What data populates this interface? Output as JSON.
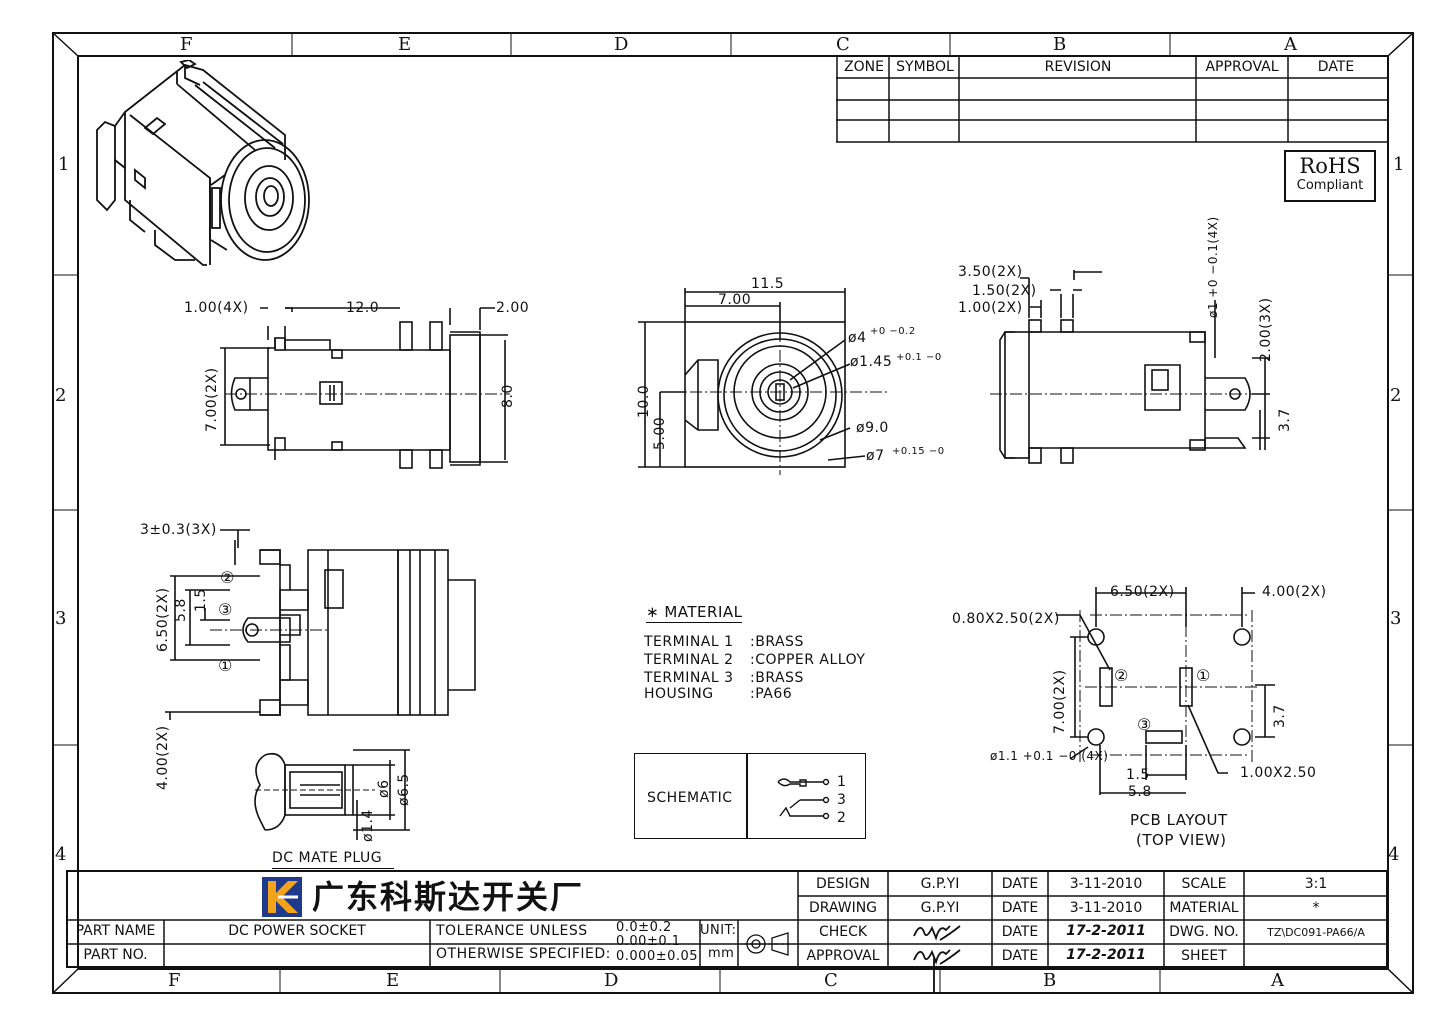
{
  "zones": {
    "top_cols": [
      "F",
      "E",
      "D",
      "C",
      "B",
      "A"
    ],
    "bottom_cols": [
      "F",
      "E",
      "D",
      "C",
      "B",
      "A"
    ],
    "rows_left": [
      "1",
      "2",
      "3",
      "4"
    ],
    "rows_right": [
      "1",
      "2",
      "3",
      "4"
    ]
  },
  "revision_table": {
    "headers": [
      "ZONE",
      "SYMBOL",
      "REVISION",
      "APPROVAL",
      "DATE"
    ]
  },
  "rohs": {
    "line1": "RoHS",
    "line2": "Compliant"
  },
  "side_view": {
    "dim_4x": "1.00(4X)",
    "dim_12": "12.0",
    "dim_2": "2.00",
    "dim_7_2x": "7.00(2X)",
    "dim_8": "8.0"
  },
  "front_view": {
    "dim_11_5": "11.5",
    "dim_7": "7.00",
    "dim_10": "10.0",
    "dim_5": "5.00",
    "dia_4": "ø4",
    "dia_4_tol": "+0 −0.2",
    "dia_145": "ø1.45",
    "dia_145_tol": "+0.1 −0",
    "dia_9": "ø9.0",
    "dia_7": "ø7",
    "dia_7_tol": "+0.15 −0"
  },
  "right_view": {
    "dim_350": "3.50(2X)",
    "dim_150": "1.50(2X)",
    "dim_100": "1.00(2X)",
    "dia_1": "ø1 +0 −0.1(4X)",
    "dim_200": "2.00(3X)",
    "dim_37": "3.7"
  },
  "bottom_view": {
    "dim_3": "3±0.3(3X)",
    "dim_650": "6.50(2X)",
    "dim_58": "5.8",
    "dim_15": "1.5",
    "dim_400": "4.00(2X)",
    "pins": [
      "②",
      "③",
      "①"
    ]
  },
  "mate_plug": {
    "dia_6": "ø6",
    "dia_65": "ø6.5",
    "dia_14": "ø1.4",
    "caption": "DC MATE PLUG"
  },
  "material": {
    "title": "∗ MATERIAL",
    "rows": [
      {
        "name": "TERMINAL 1",
        "value": ":BRASS"
      },
      {
        "name": "TERMINAL 2",
        "value": ":COPPER ALLOY"
      },
      {
        "name": "TERMINAL 3",
        "value": ":BRASS"
      },
      {
        "name": "HOUSING",
        "value": ":PA66"
      }
    ]
  },
  "schematic": {
    "label": "SCHEMATIC",
    "pins": [
      "1",
      "3",
      "2"
    ]
  },
  "pcb": {
    "dim_650": "6.50(2X)",
    "dim_400": "4.00(2X)",
    "dim_080": "0.80X2.50(2X)",
    "dim_700": "7.00(2X)",
    "dim_37": "3.7",
    "dia_11": "ø1.1 +0.1 −0 (4X)",
    "dim_15": "1.5",
    "dim_58": "5.8",
    "dim_100": "1.00X2.50",
    "pins": [
      "②",
      "①",
      "③"
    ],
    "caption1": "PCB LAYOUT",
    "caption2": "(TOP VIEW)"
  },
  "title_block": {
    "company": "广东科斯达开关厂",
    "part_name_label": "PART NAME",
    "part_name": "DC POWER SOCKET",
    "part_no_label": "PART NO.",
    "part_no": "",
    "tol_1": "TOLERANCE UNLESS",
    "tol_2": "OTHERWISE SPECIFIED:",
    "tol_v1": "0.0±0.2",
    "tol_v2": "0.00±0.1",
    "tol_v3": "0.000±0.05",
    "unit_label": "UNIT:",
    "unit": "mm",
    "design_label": "DESIGN",
    "design": "G.P.YI",
    "drawing_label": "DRAWING",
    "drawing": "G.P.YI",
    "check_label": "CHECK",
    "approval_label": "APPROVAL",
    "date_label": "DATE",
    "date_design": "3-11-2010",
    "date_drawing": "3-11-2010",
    "date_check": "17-2-2011",
    "date_approval": "17-2-2011",
    "scale_label": "SCALE",
    "scale": "3:1",
    "material_label": "MATERIAL",
    "material": "*",
    "dwg_label": "DWG. NO.",
    "dwg": "TZ\\DC091-PA66/A",
    "sheet_label": "SHEET",
    "sheet": ""
  }
}
